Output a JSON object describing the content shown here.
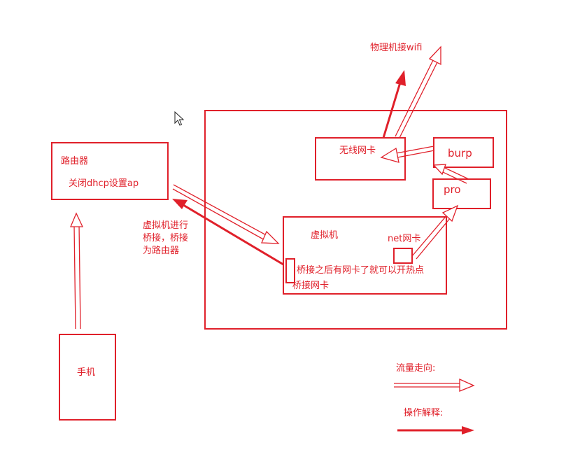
{
  "labels": {
    "router": "路由器",
    "router_note": "关闭dhcp设置ap",
    "phone": "手机",
    "bridge_note_1": "虚拟机进行",
    "bridge_note_2": "桥接，桥接",
    "bridge_note_3": "为路由器",
    "wireless_nic": "无线网卡",
    "burp": "burp",
    "pro": "pro",
    "vm": "虚拟机",
    "net_nic": "net网卡",
    "hotspot_note": "桥接之后有网卡了就可以开热点",
    "bridge_nic": "桥接网卡",
    "physical_wifi": "物理机接wifi",
    "legend_flow": "流量走向:",
    "legend_operation": "操作解释:"
  },
  "colors": {
    "stroke": "#e0202a",
    "background": "#ffffff"
  }
}
